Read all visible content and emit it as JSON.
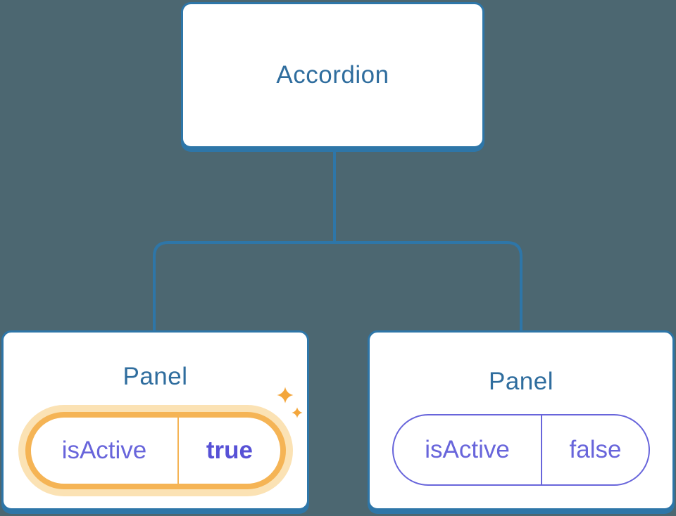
{
  "colors": {
    "background": "#4C6771",
    "node_border_blue": "#2E76A8",
    "node_title_blue": "#2F6D9E",
    "state_purple": "#6865DB",
    "state_purple_bold": "#5751D6",
    "highlight_orange": "#F5B455",
    "highlight_halo": "#FBE2B4",
    "sparkle_orange": "#F3A63C"
  },
  "tree": {
    "root": {
      "label": "Accordion"
    },
    "children": [
      {
        "label": "Panel",
        "highlighted": true,
        "pill": {
          "key": "isActive",
          "value": "true"
        }
      },
      {
        "label": "Panel",
        "highlighted": false,
        "pill": {
          "key": "isActive",
          "value": "false"
        }
      }
    ]
  }
}
